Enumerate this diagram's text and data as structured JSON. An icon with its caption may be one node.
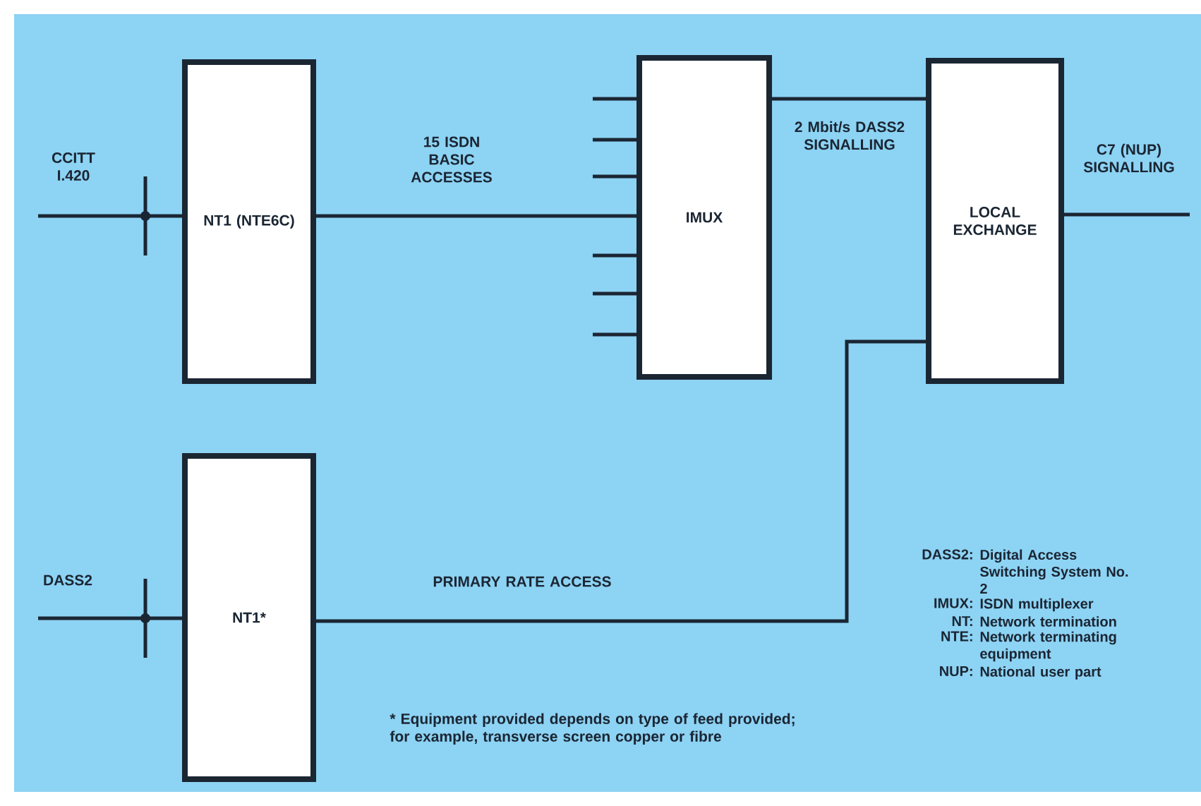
{
  "diagram": {
    "nodes": [
      {
        "text": [
          "NT1 (NTE6C)"
        ]
      },
      {
        "text": [
          "IMUX"
        ]
      },
      {
        "text": [
          "LOCAL EXCHANGE"
        ]
      },
      {
        "text": [
          "NT1*"
        ]
      }
    ],
    "edges": [
      {
        "from": null,
        "to": 0,
        "arrow": "none",
        "label": "CCITT I.420"
      },
      {
        "from": 0,
        "to": 1,
        "arrow": "none",
        "label": "15 ISDN BASIC ACCESSES"
      },
      {
        "from": 1,
        "to": 2,
        "arrow": "none",
        "label": "2 Mbit/s DASS2 SIGNALLING"
      },
      {
        "from": 2,
        "to": null,
        "arrow": "none",
        "label": "C7 (NUP) SIGNALLING"
      },
      {
        "from": null,
        "to": 3,
        "arrow": "none",
        "label": "DASS2"
      },
      {
        "from": 3,
        "to": 2,
        "arrow": "none",
        "label": "PRIMARY RATE ACCESS"
      }
    ],
    "labels": [
      "DASS2:",
      "Digital Access Switching System No. 2",
      "IMUX:",
      "ISDN multiplexer",
      "NT:",
      "Network termination",
      "NTE:",
      "Network terminating equipment",
      "NUP:",
      "National user part",
      "* Equipment provided depends on type of feed provided; for example, transverse screen copper or fibre"
    ]
  }
}
